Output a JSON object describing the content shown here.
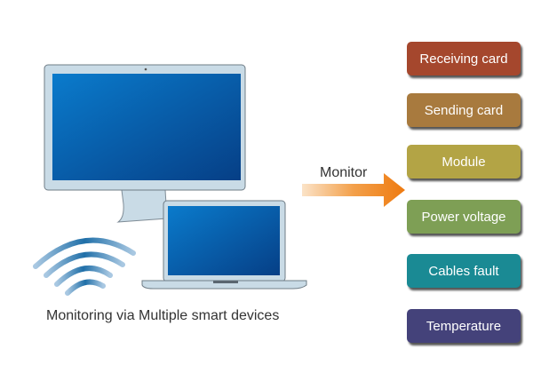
{
  "caption": "Monitoring via Multiple smart devices",
  "arrow_label": "Monitor",
  "status_items": [
    {
      "label": "Receiving card",
      "color": "#A5472D"
    },
    {
      "label": "Sending card",
      "color": "#A87A3E"
    },
    {
      "label": "Module",
      "color": "#B3A445"
    },
    {
      "label": "Power voltage",
      "color": "#7E9F55"
    },
    {
      "label": "Cables fault",
      "color": "#1A8A94"
    },
    {
      "label": "Temperature",
      "color": "#44427A"
    }
  ],
  "icons": [
    "desktop-monitor-icon",
    "laptop-icon",
    "wifi-signal-icon",
    "arrow-right-icon"
  ]
}
